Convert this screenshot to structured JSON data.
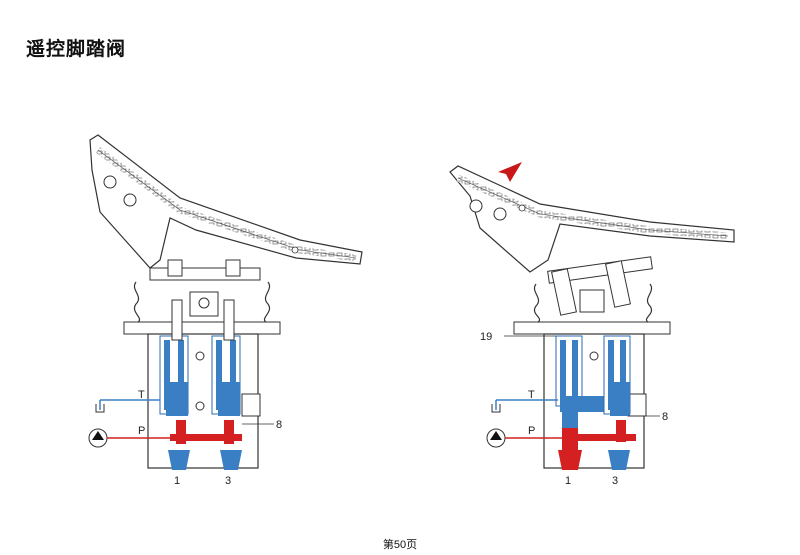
{
  "page": {
    "title": "遥控脚踏阀",
    "footer": "第50页"
  },
  "diagrams": [
    {
      "state": "released",
      "labels": {
        "tank": "T",
        "pressure": "P",
        "port_1": "1",
        "port_3": "3",
        "part_8": "8"
      }
    },
    {
      "state": "pressed",
      "labels": {
        "tank": "T",
        "pressure": "P",
        "port_1": "1",
        "port_3": "3",
        "part_8": "8",
        "part_19": "19"
      }
    }
  ],
  "colors": {
    "hydraulic_blue": "#3a7fc4",
    "pressure_red": "#d42020",
    "outline": "#333333",
    "arrow_red": "#c81818"
  }
}
